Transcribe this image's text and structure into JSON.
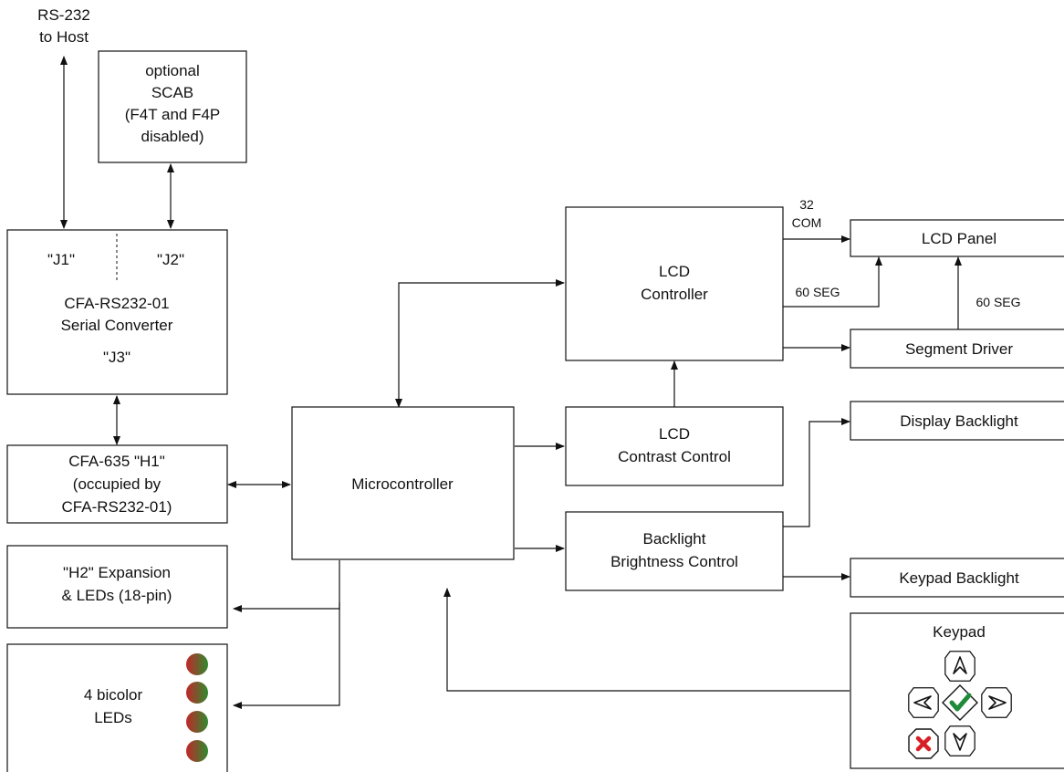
{
  "diagram": {
    "rs232_host": [
      "RS-232",
      "to Host"
    ],
    "scab": [
      "optional",
      "SCAB",
      "(F4T and F4P",
      "disabled)"
    ],
    "converter": {
      "j1": "\"J1\"",
      "j2": "\"J2\"",
      "title": [
        "CFA-RS232-01",
        "Serial Converter"
      ],
      "j3": "\"J3\""
    },
    "h1": [
      "CFA-635 \"H1\"",
      "(occupied by",
      "CFA-RS232-01)"
    ],
    "h2": [
      "\"H2\" Expansion",
      "& LEDs (18-pin)"
    ],
    "leds": [
      "4 bicolor",
      "LEDs"
    ],
    "microcontroller": "Microcontroller",
    "lcd_controller": [
      "LCD",
      "Controller"
    ],
    "lcd_contrast": [
      "LCD",
      "Contrast Control"
    ],
    "backlight_brightness": [
      "Backlight",
      "Brightness Control"
    ],
    "lcd_panel": "LCD Panel",
    "segment_driver": "Segment Driver",
    "display_backlight": "Display Backlight",
    "keypad_backlight": "Keypad Backlight",
    "keypad": "Keypad",
    "wire_labels": {
      "com": [
        "32",
        "COM"
      ],
      "seg_controller": "60 SEG",
      "seg_driver": "60 SEG"
    },
    "colors": {
      "led_red": "#c0282a",
      "led_green": "#2f8a2f",
      "check_green": "#1f8a3a",
      "x_red": "#d61f26"
    }
  }
}
